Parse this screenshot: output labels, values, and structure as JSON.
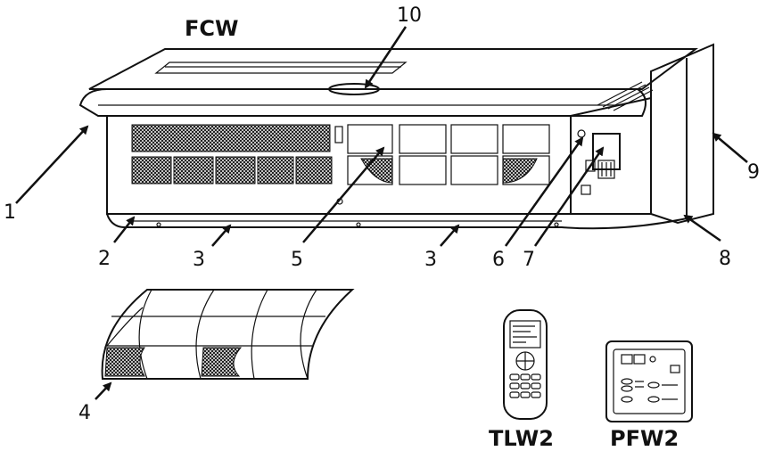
{
  "diagram": {
    "title": "FCW",
    "callouts": [
      {
        "id": "1",
        "label": "1"
      },
      {
        "id": "2",
        "label": "2"
      },
      {
        "id": "3a",
        "label": "3"
      },
      {
        "id": "3b",
        "label": "3"
      },
      {
        "id": "4",
        "label": "4"
      },
      {
        "id": "5",
        "label": "5"
      },
      {
        "id": "6",
        "label": "6"
      },
      {
        "id": "7",
        "label": "7"
      },
      {
        "id": "8",
        "label": "8"
      },
      {
        "id": "9",
        "label": "9"
      },
      {
        "id": "10",
        "label": "10"
      }
    ],
    "remote_label": "TLW2",
    "wall_panel_label": "PFW2"
  }
}
